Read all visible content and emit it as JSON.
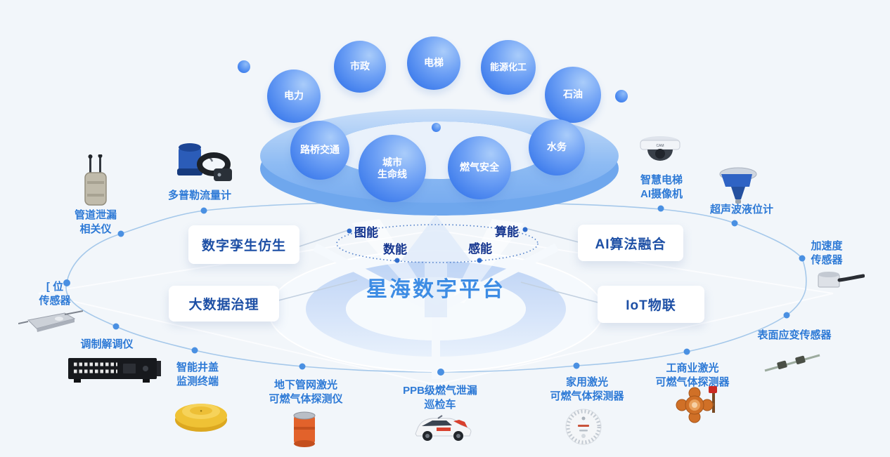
{
  "platform": {
    "title": "星海数字平台"
  },
  "inner_capabilities": [
    "图能",
    "数能",
    "感能",
    "算能"
  ],
  "modules": [
    "数字孪生仿生",
    "大数据治理",
    "AI算法融合",
    "IoT物联"
  ],
  "industries": [
    "电力",
    "市政",
    "电梯",
    "能源化工",
    "石油",
    "路桥交通",
    "城市\n生命线",
    "燃气安全",
    "水务"
  ],
  "devices": [
    "管道泄漏\n相关仪",
    "多普勒流量计",
    "智慧电梯\nAI摄像机",
    "超声波液位计",
    "加速度\n传感器",
    "表面应变传感器",
    "[ 位\n传感器",
    "调制解调仪",
    "智能井盖\n监测终端",
    "地下管网激光\n可燃气体探测仪",
    "PPB级燃气泄漏\n巡检车",
    "家用激光\n可燃气体探测器",
    "工商业激光\n可燃气体探测器"
  ],
  "colors": {
    "background": "#f2f6fa",
    "platform_title_blue": "#3d8ce4",
    "device_label_blue": "#2e7ad6",
    "capability_navy": "#16368f",
    "module_navy": "#1d4fa5",
    "bubble_blue": "#3f7dec",
    "oval_line": "#a5c8ea",
    "node_dot": "#4a90e2"
  }
}
